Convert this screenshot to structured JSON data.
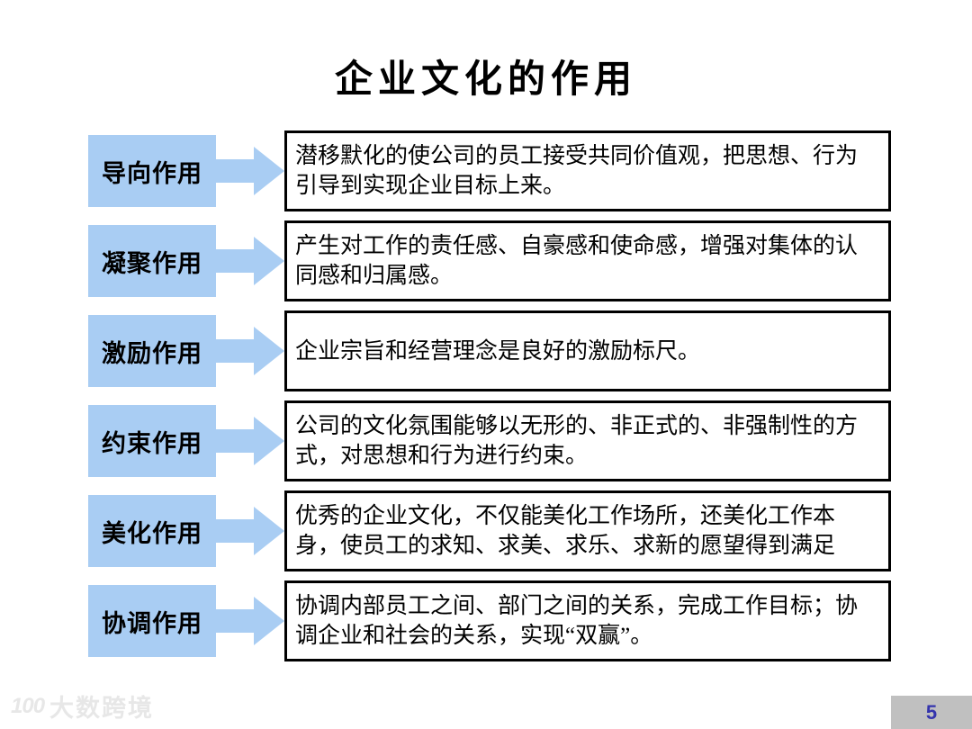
{
  "slide": {
    "title": "企业文化的作用",
    "rows": [
      {
        "label": "导向作用",
        "desc": "潜移默化的使公司的员工接受共同价值观，把思想、行为引导到实现企业目标上来。"
      },
      {
        "label": "凝聚作用",
        "desc": "产生对工作的责任感、自豪感和使命感，增强对集体的认同感和归属感。"
      },
      {
        "label": "激励作用",
        "desc": "企业宗旨和经营理念是良好的激励标尺。"
      },
      {
        "label": "约束作用",
        "desc": "公司的文化氛围能够以无形的、非正式的、非强制性的方式，对思想和行为进行约束。"
      },
      {
        "label": "美化作用",
        "desc": "优秀的企业文化，不仅能美化工作场所，还美化工作本身，使员工的求知、求美、求乐、求新的愿望得到满足"
      },
      {
        "label": "协调作用",
        "desc": "协调内部员工之间、部门之间的关系，完成工作目标；协调企业和社会的关系，实现“双赢”。"
      }
    ],
    "footer": {
      "logo_icon_text": "100",
      "logo_text": "大数跨境",
      "page_number": "5"
    },
    "colors": {
      "label_arrow_blue": "#A9CDF3",
      "box_border_black": "#000000",
      "page_box_gray": "#C0C0C0",
      "page_number_blue": "#3434AD",
      "watermark_gray": "#E7E7E7"
    }
  }
}
